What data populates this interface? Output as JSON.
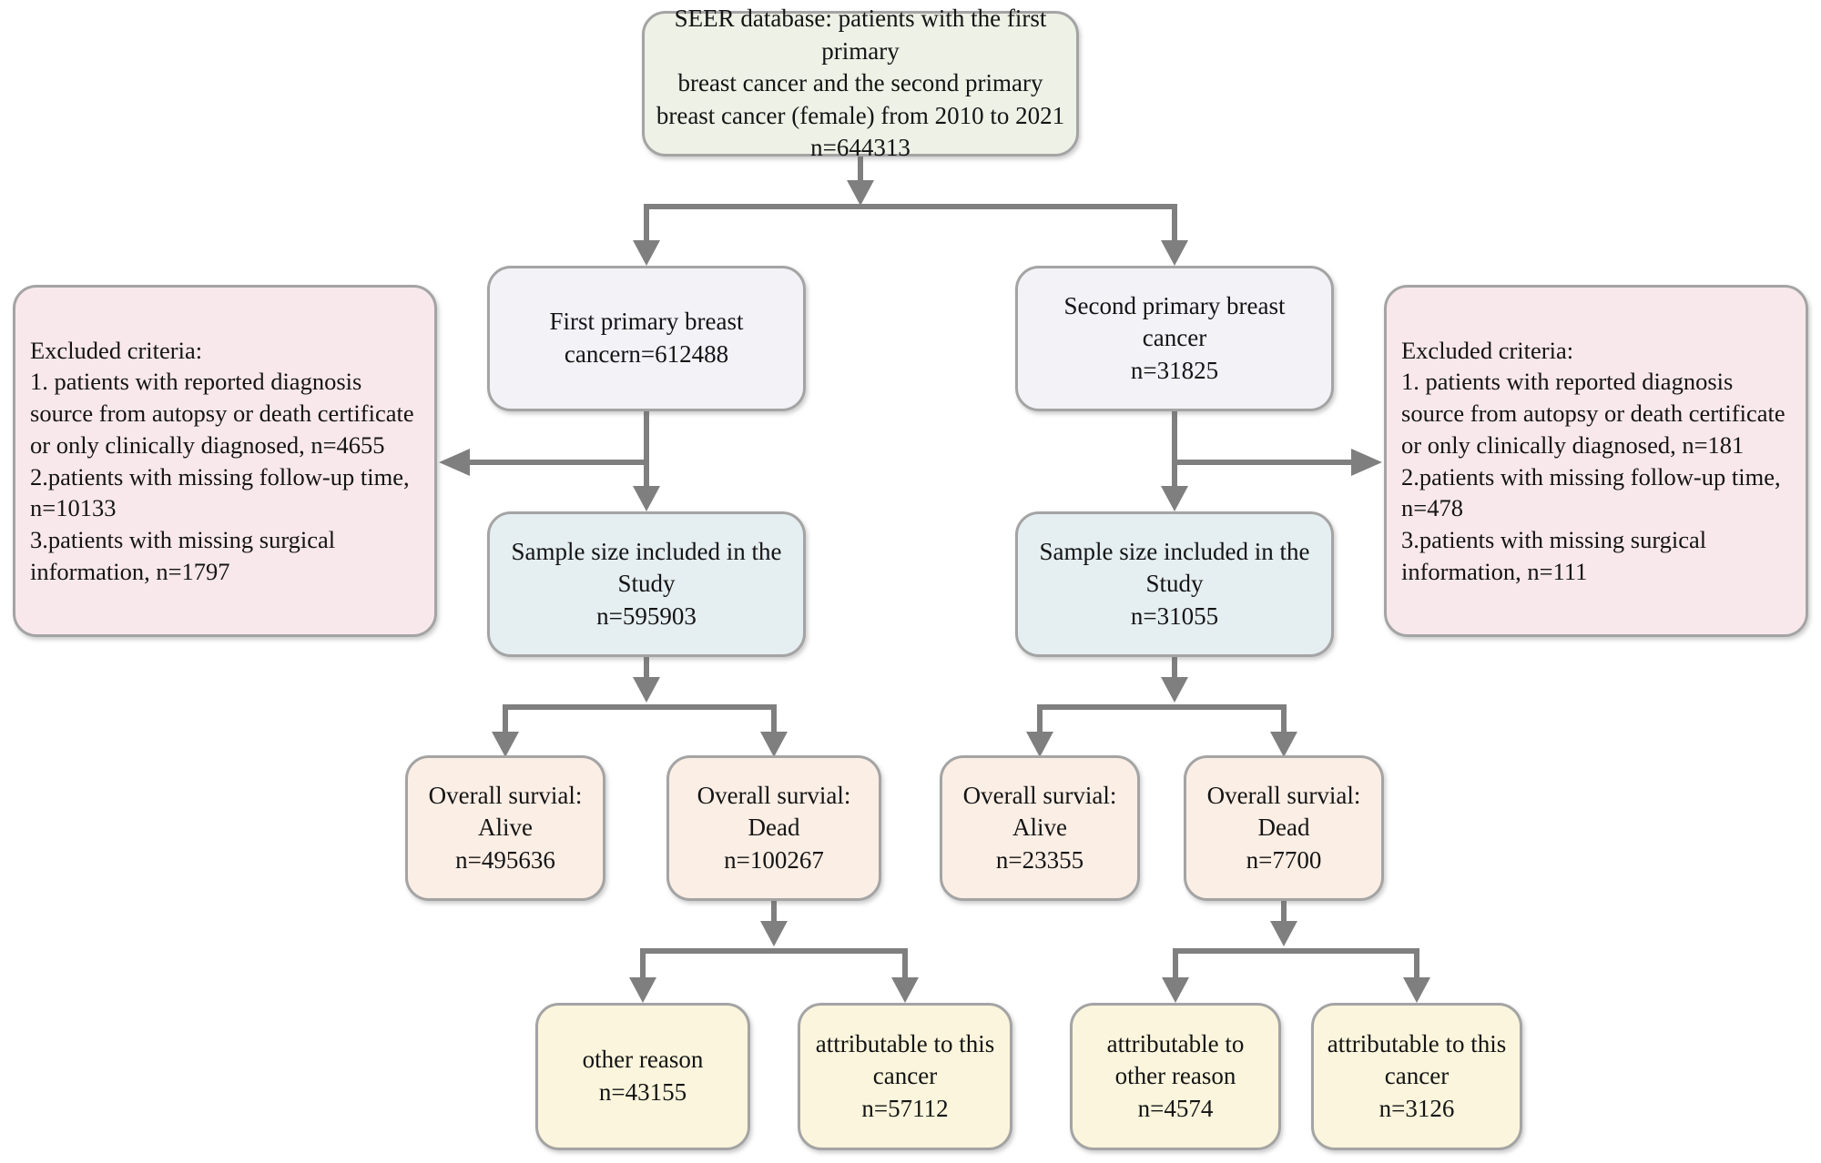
{
  "colors": {
    "arrow": "#7f7f7f",
    "box_border": "#a4a4a4",
    "box_seer": "#edf1e6",
    "box_primary": "#f3f2f7",
    "box_excluded": "#f8e8ec",
    "box_sample": "#e5eef1",
    "box_survival": "#fbeee5",
    "box_outcome": "#faf5dc"
  },
  "boxes": {
    "seer": "SEER database: patients with the first primary\nbreast cancer and the second primary\nbreast cancer (female) from 2010 to 2021\nn=644313",
    "first_primary": "First primary breast\ncancern=612488",
    "second_primary": "Second primary breast\ncancer\nn=31825",
    "excluded_left": "Excluded criteria:\n1. patients with reported diagnosis\nsource from autopsy or death certificate\nor only clinically diagnosed, n=4655\n2.patients with missing follow-up time,\nn=10133\n3.patients with missing surgical\ninformation, n=1797",
    "excluded_right": "Excluded criteria:\n1. patients with reported diagnosis\nsource from autopsy or death certificate\nor only clinically diagnosed, n=181\n2.patients with missing follow-up time,\nn=478\n3.patients with missing surgical\ninformation, n=111",
    "sample_left": "Sample size included in the\nStudy\nn=595903",
    "sample_right": "Sample size included in the\nStudy\nn=31055",
    "os_alive_left": "Overall survial:\nAlive\nn=495636",
    "os_dead_left": "Overall survial:\nDead\nn=100267",
    "os_alive_right": "Overall survial:\nAlive\nn=23355",
    "os_dead_right": "Overall survial:\nDead\nn=7700",
    "outcome_other_left": "other reason\nn=43155",
    "outcome_cancer_left": "attributable to this\ncancer\nn=57112",
    "outcome_other_right": "attributable to\nother reason\nn=4574",
    "outcome_cancer_right": "attributable to this\ncancer\nn=3126"
  }
}
